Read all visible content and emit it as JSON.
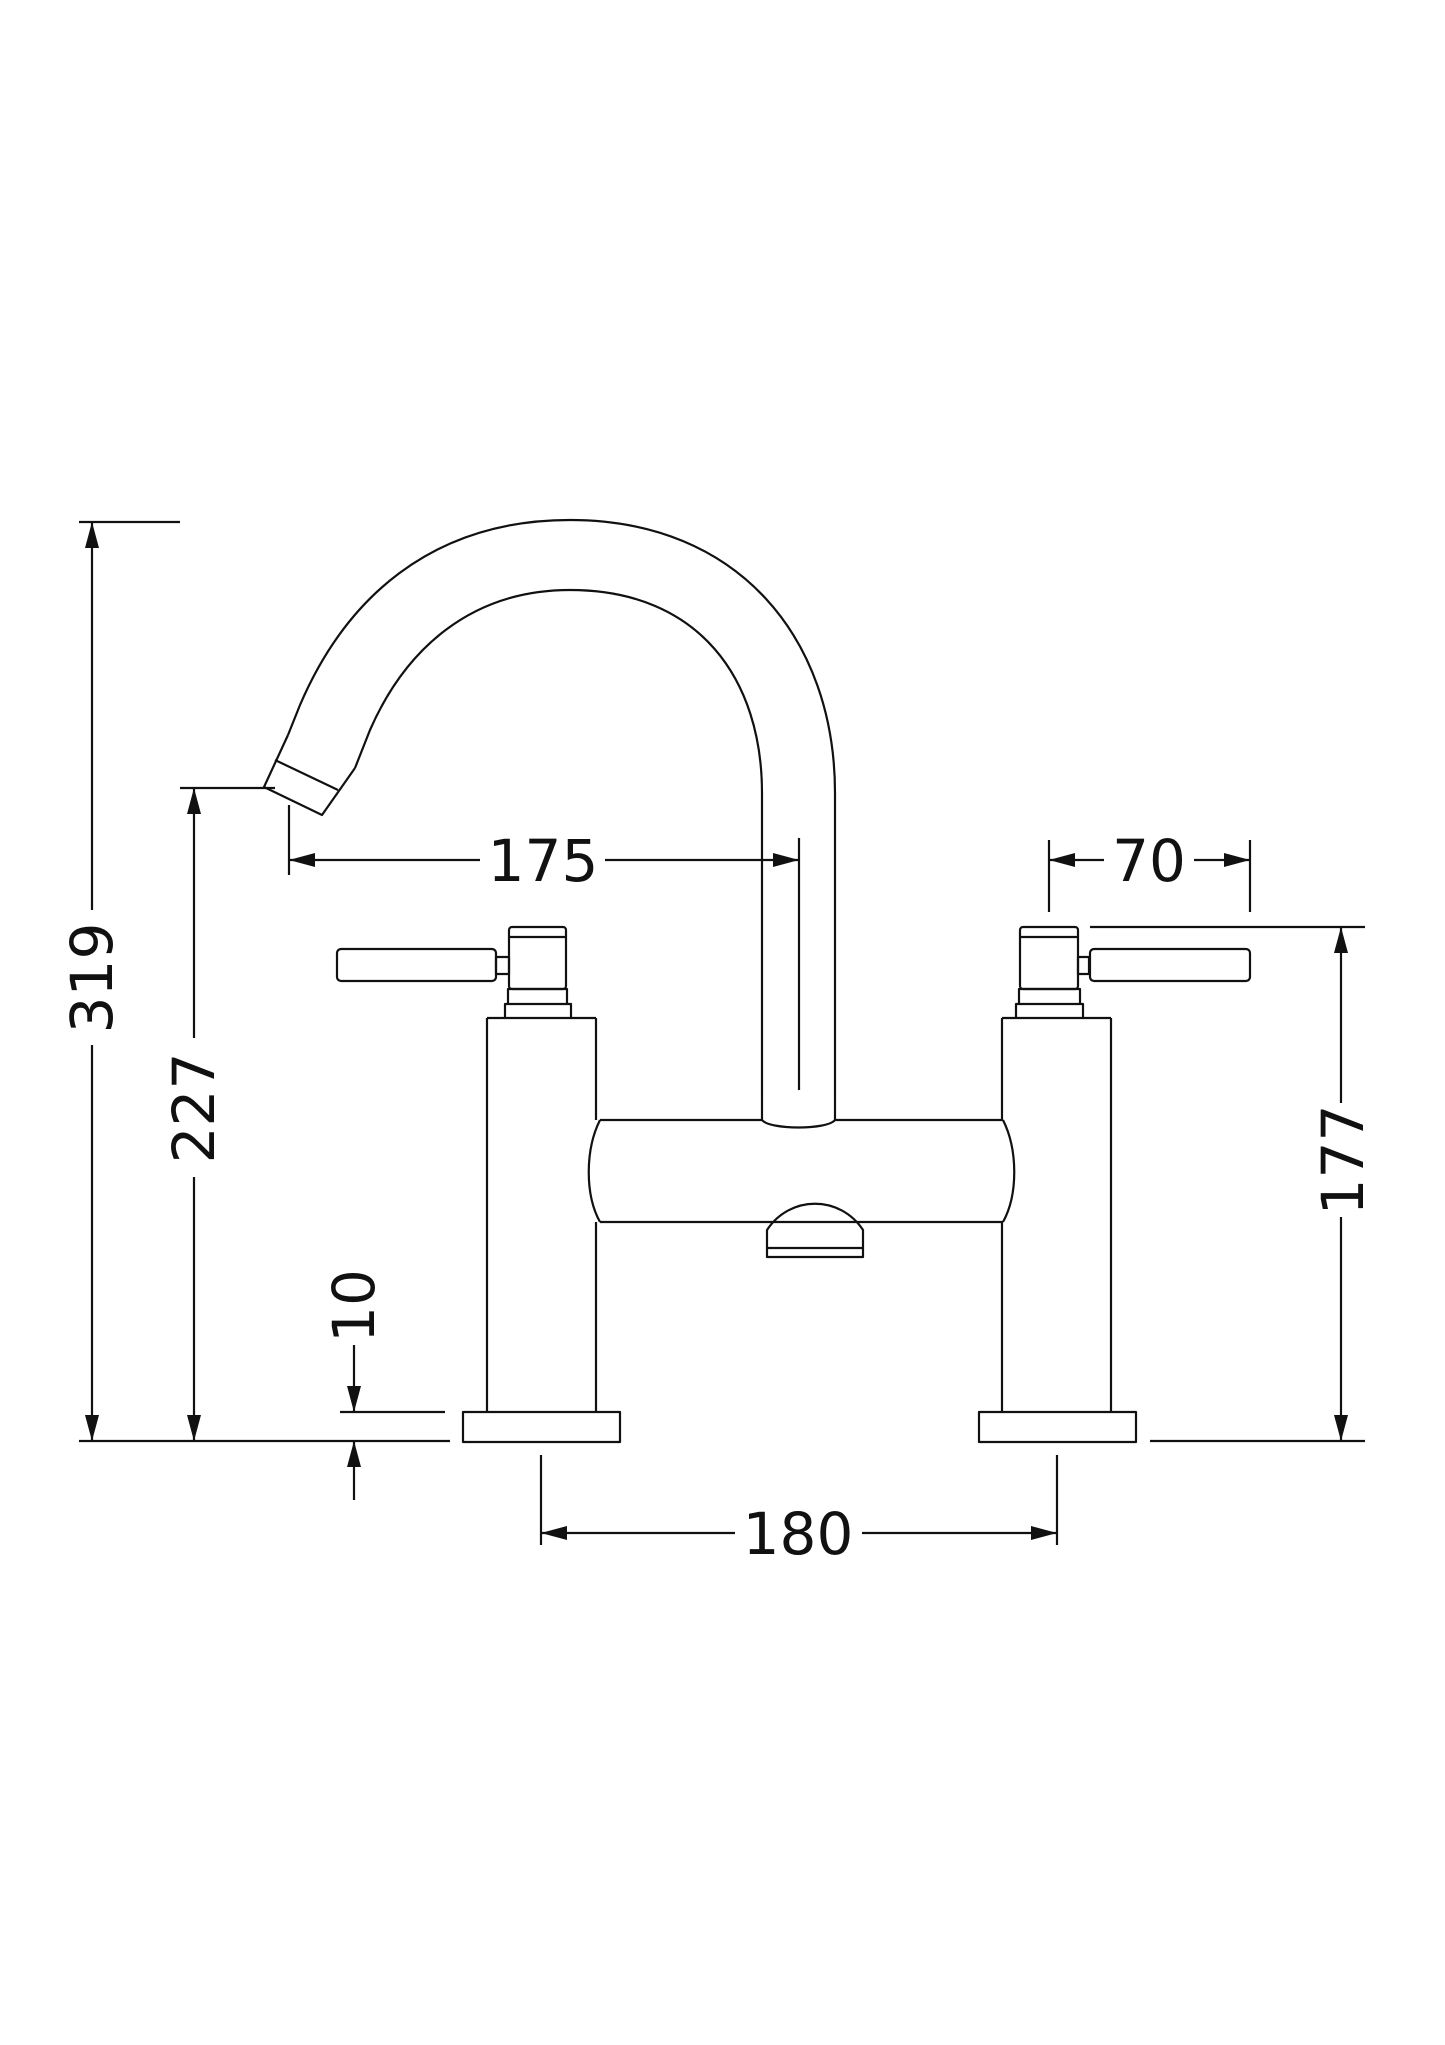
{
  "drawing": {
    "subject": "Bath filler tap (two lever handles, swivel spout) - front elevation",
    "units": "mm",
    "background": "#ffffff",
    "line_color": "#111111"
  },
  "dimensions": {
    "overall_height": {
      "label": "319",
      "orientation": "vertical"
    },
    "spout_outlet_height": {
      "label": "227",
      "orientation": "vertical"
    },
    "base_plate_thickness": {
      "label": "10",
      "orientation": "vertical"
    },
    "spout_reach": {
      "label": "175",
      "orientation": "horizontal"
    },
    "handle_length": {
      "label": "70",
      "orientation": "horizontal"
    },
    "handle_top_height": {
      "label": "177",
      "orientation": "vertical"
    },
    "centres": {
      "label": "180",
      "orientation": "horizontal"
    }
  }
}
